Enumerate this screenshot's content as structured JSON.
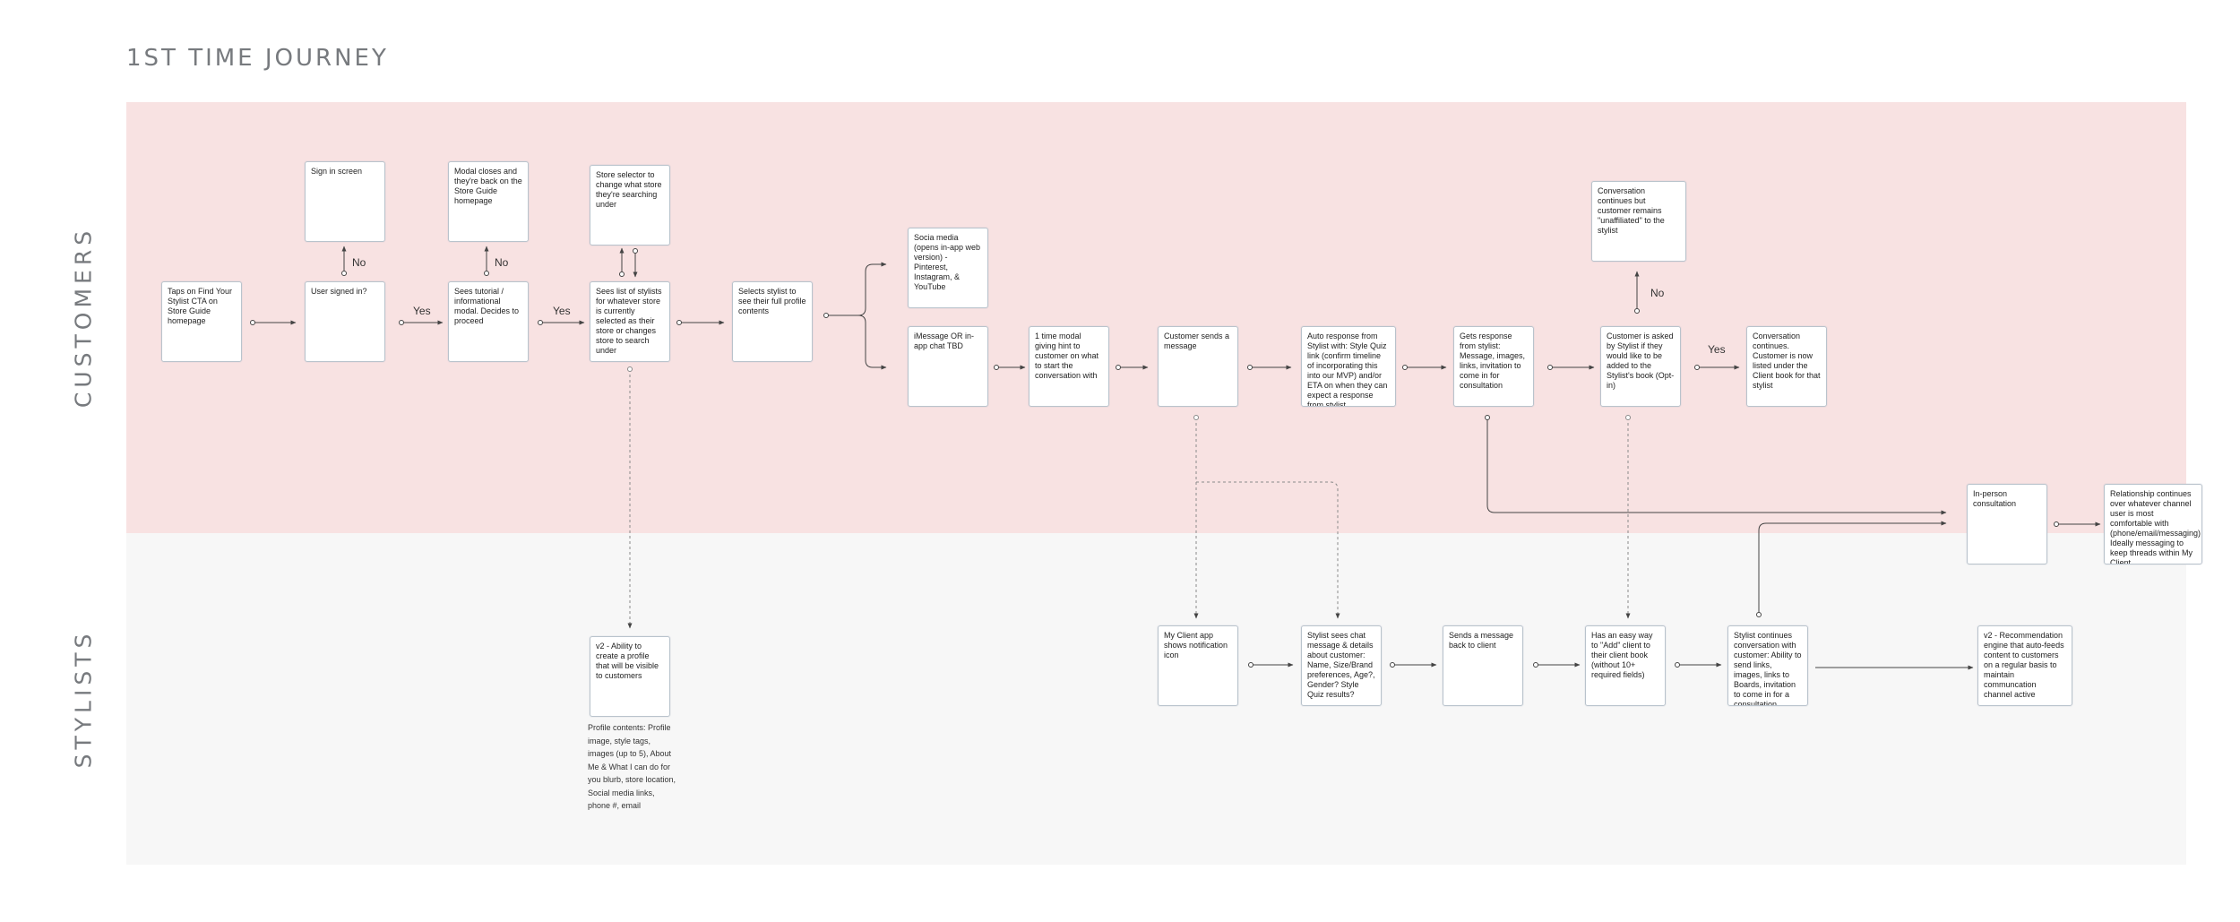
{
  "title": "1ST TIME JOURNEY",
  "lanes": {
    "customers": "CUSTOMERS",
    "stylists": "STYLISTS"
  },
  "steps": {
    "taps_find_stylist": "Taps on Find Your Stylist CTA on Store Guide homepage",
    "sign_in_screen": "Sign in screen",
    "user_signed_in": "User signed in?",
    "modal_closes": "Modal closes and they're back on the Store Guide homepage",
    "sees_tutorial": "Sees tutorial / informational modal. Decides to proceed",
    "store_selector": "Store selector to change what store they're searching under",
    "sees_list_stylists": "Sees list of stylists for whatever store is currently selected as their store or changes store to search under",
    "selects_stylist": "Selects stylist to see their full profile contents",
    "social_media": "Socia media (opens in-app web version) - Pinterest, Instagram, & YouTube",
    "imessage": "iMessage OR in-app chat TBD",
    "time_modal": "1 time modal giving hint to customer on what to start the conversation with",
    "customer_sends_message": "Customer sends a message",
    "auto_response": "Auto response from Stylist with: Style Quiz link (confirm timeline of incorporating this into our MVP) and/or ETA on when they can expect a response from stylist",
    "gets_response": "Gets response from stylist: Message, images, links, invitation to come in for consultation",
    "conversation_unaffiliated": "Conversation continues but customer remains \"unaffiliated\" to the stylist",
    "customer_asked": "Customer is asked by Stylist if they would like to be added to the Stylist's book (Opt-in)",
    "conversation_continues_listed": "Conversation continues.  Customer is now listed under the Client book for that stylist",
    "in_person": "In-person consultation",
    "relationship_continues": "Relationship continues over whatever channel user is most comfortable with (phone/email/messaging) Ideally messaging to keep threads within My Client",
    "v2_profile": "v2 - Ability to create a profile that will be visible to customers",
    "my_client_app": "My Client app shows notification icon",
    "stylist_sees_chat": "Stylist sees chat message & details about customer: Name, Size/Brand preferences, Age?, Gender? Style Quiz results?",
    "sends_message_back": "Sends a message back to client",
    "easy_way_add": "Has an easy way to \"Add\" client to their client book (without 10+ required fields)",
    "stylist_continues": "Stylist continues conversation with customer: Ability to send links, images, links to Boards, invitation to come in for a consultation",
    "v2_recommendation": "v2 - Recommendation engine that auto-feeds content to customers on a regular basis to maintain communcation channel active"
  },
  "edge_labels": {
    "no_1": "No",
    "yes_1": "Yes",
    "no_2": "No",
    "yes_2": "Yes",
    "no_3": "No",
    "yes_3": "Yes"
  },
  "profile_note": "Profile contents: Profile image, style tags, images (up to 5), About Me & What I can do for you blurb, store location, Social media links, phone #, email"
}
